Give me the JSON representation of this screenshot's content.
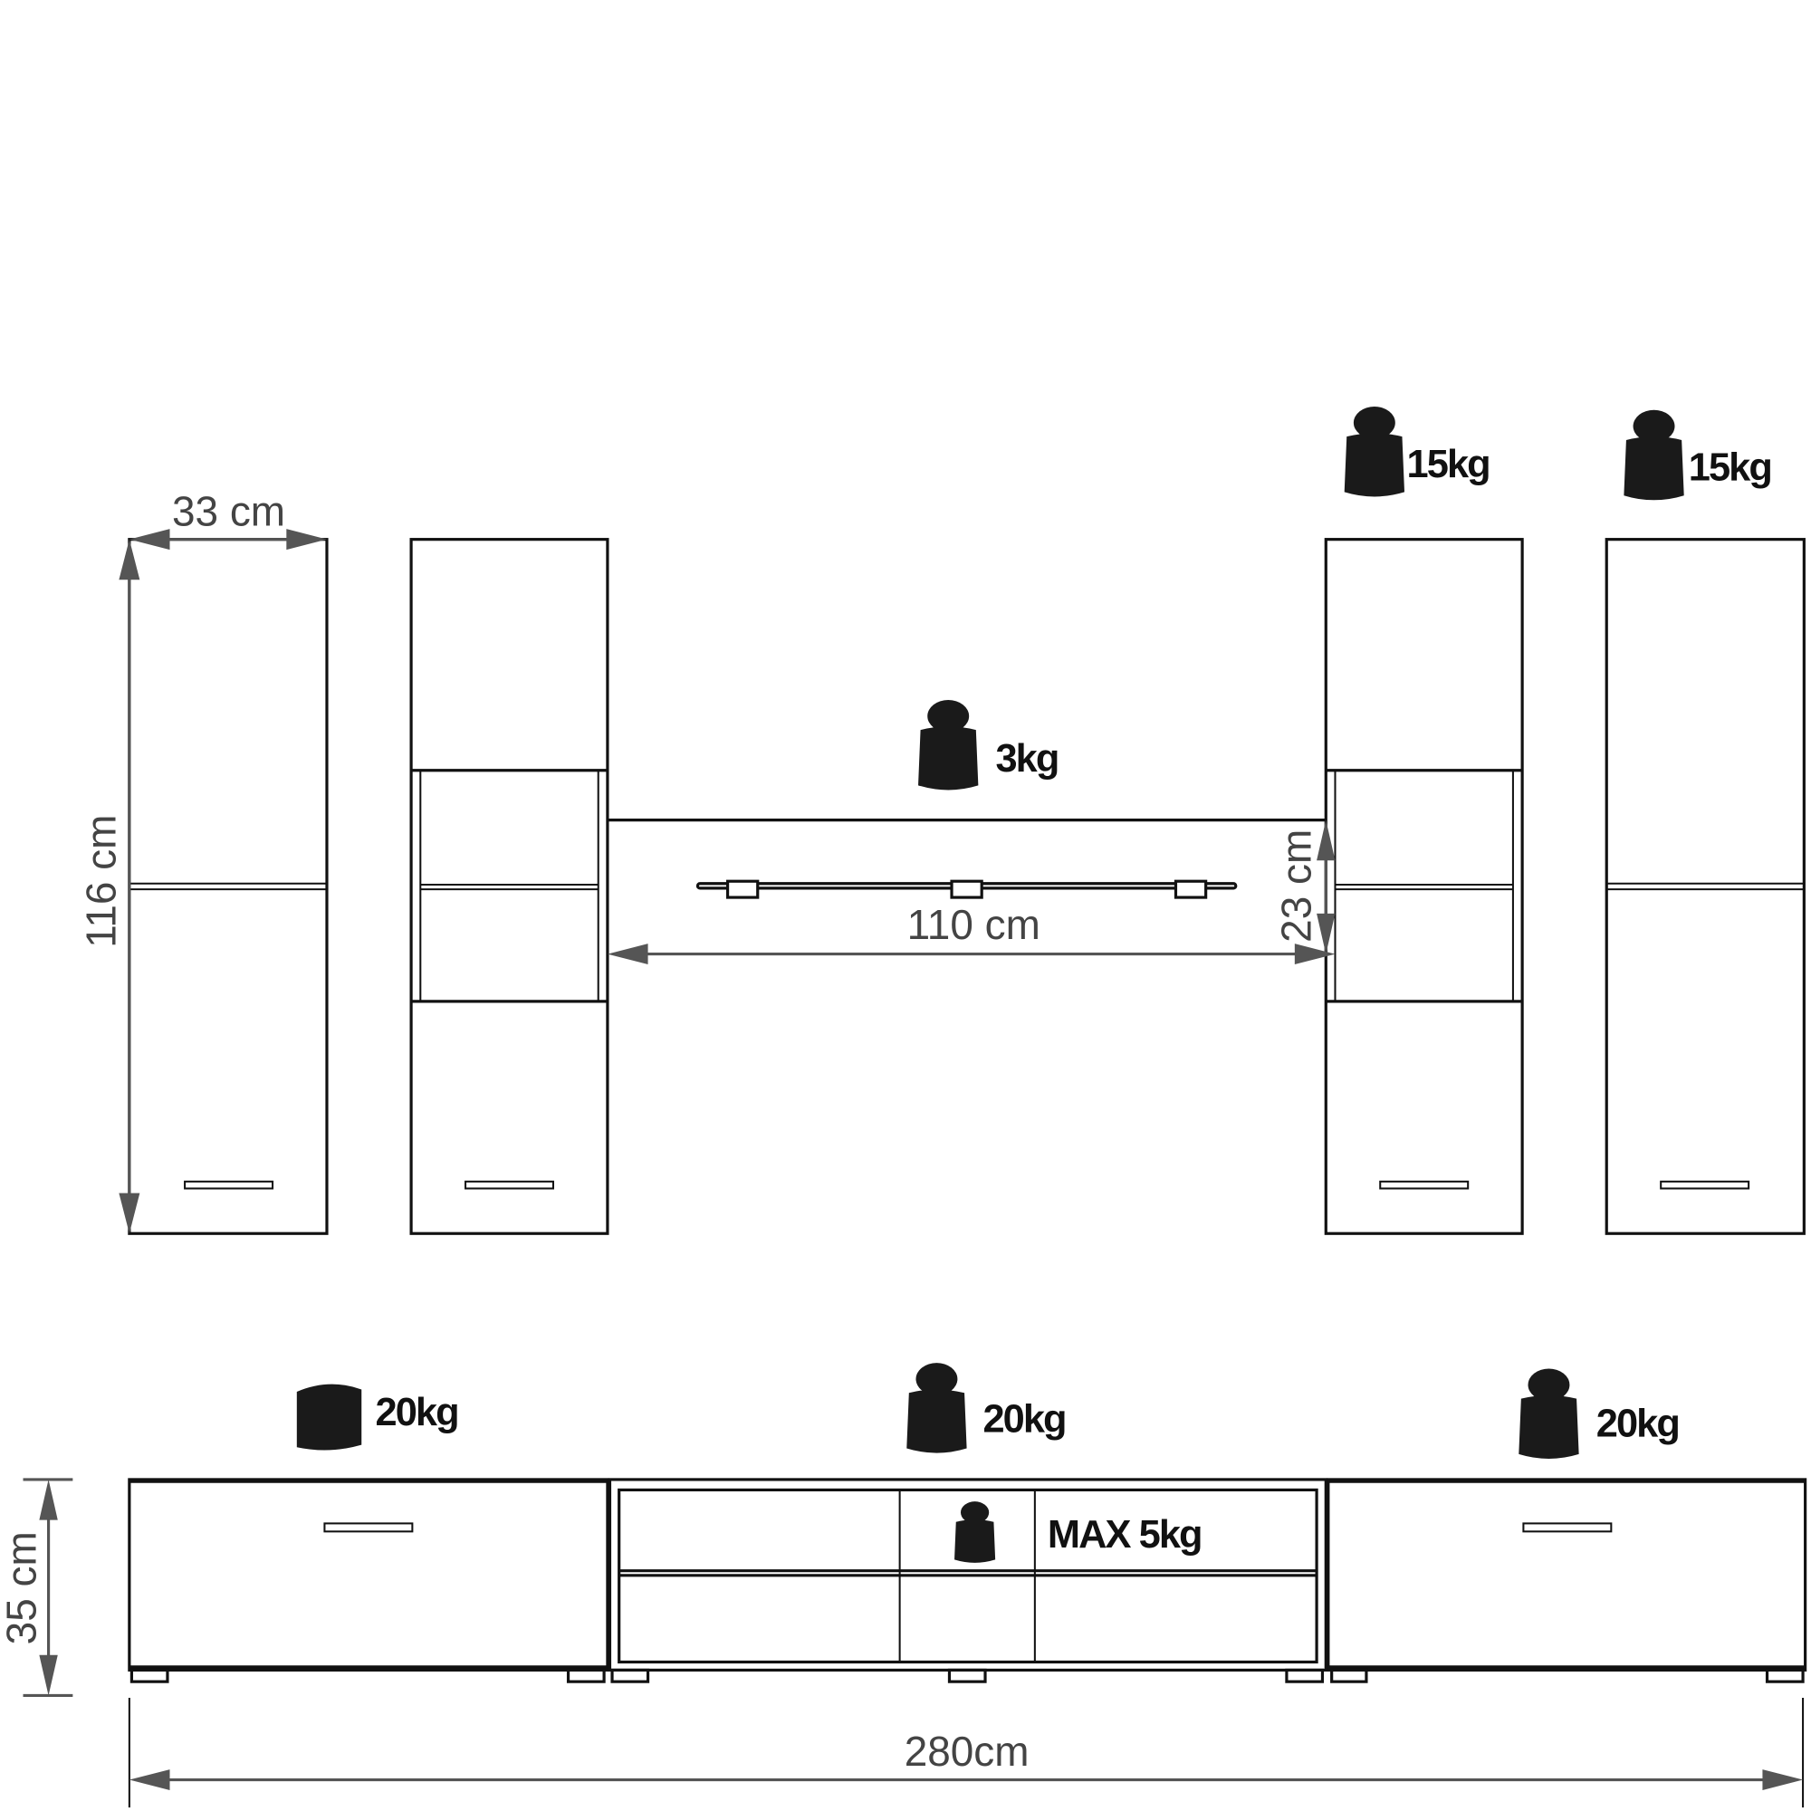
{
  "dimensions": {
    "width_wall_cabinet": "33 cm",
    "height_wall_cabinet": "116 cm",
    "shelf_width": "110 cm",
    "shelf_gap": "23 cm",
    "lowboard_height": "35 cm",
    "total_width": "280cm"
  },
  "weights": {
    "glass_shelf": "3kg",
    "wall_cabinet_3": "15kg",
    "wall_cabinet_4": "15kg",
    "lowboard_left": "20kg",
    "lowboard_center": "20kg",
    "lowboard_right": "20kg",
    "lowboard_shelf": "MAX 5kg"
  },
  "colors": {
    "line": "#111111",
    "dimension": "#555555",
    "weight_icon": "#1a1a1a"
  }
}
